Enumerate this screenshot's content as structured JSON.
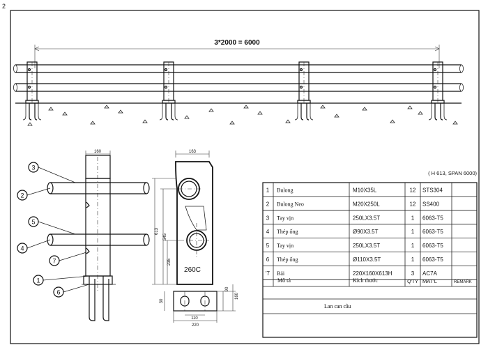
{
  "corner_mark": "2",
  "elevation": {
    "span_dimension": "3*2000 = 6000"
  },
  "section": {
    "top_width": "160",
    "callouts": [
      "3",
      "2",
      "5",
      "4",
      "7",
      "1",
      "6"
    ]
  },
  "post": {
    "top_width": "163",
    "height_total": "613",
    "height_upper": "545",
    "height_lower": "235",
    "label": "260C",
    "base_width_1": "110",
    "base_width_2": "220",
    "base_side_1": "30",
    "base_side_2": "90",
    "base_side_3": "160"
  },
  "spec_note": "( H 613,  SPAN 6000)",
  "bom": {
    "rows": [
      {
        "no": "1",
        "name": "Bulong",
        "size": "M10X35L",
        "qty": "12",
        "mat": "STS304"
      },
      {
        "no": "2",
        "name": "Bulong Neo",
        "size": "M20X250L",
        "qty": "12",
        "mat": "SS400"
      },
      {
        "no": "3",
        "name": "Tay vịn",
        "size": "250LX3.5T",
        "qty": "1",
        "mat": "6063-T5"
      },
      {
        "no": "4",
        "name": "Thép ống",
        "size": "Ø90X3.5T",
        "qty": "1",
        "mat": "6063-T5"
      },
      {
        "no": "5",
        "name": "Tay vịn",
        "size": "250LX3.5T",
        "qty": "1",
        "mat": "6063-T5"
      },
      {
        "no": "6",
        "name": "Thép ống",
        "size": "Ø110X3.5T",
        "qty": "1",
        "mat": "6063-T5"
      },
      {
        "no": "'7",
        "name": "Bải",
        "size": "220X160X613H",
        "qty": "3",
        "mat": "AC7A"
      }
    ],
    "header": {
      "desc": "Mô tả",
      "size": "Kích thước",
      "qty": "Q'TY",
      "mat": "MAT'L",
      "remark": "REMARK"
    },
    "title": "Lan can cầu"
  }
}
